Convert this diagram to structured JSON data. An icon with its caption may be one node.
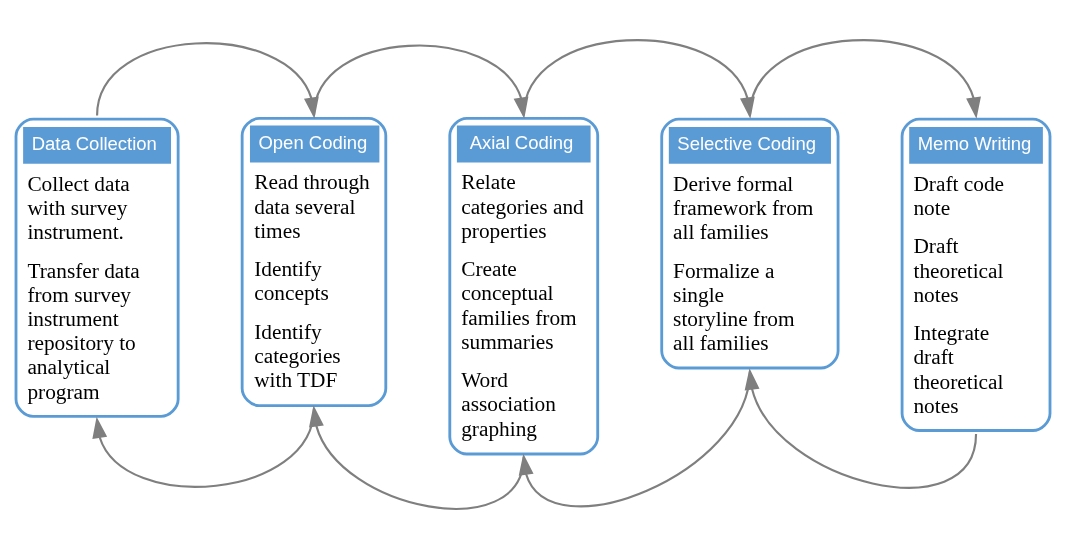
{
  "diagram": {
    "nodes": [
      {
        "text": [
          "Data Collection",
          "Collect data with survey instrument.",
          "Transfer data from survey instrument repository to analytical program"
        ]
      },
      {
        "text": [
          "Open Coding",
          "Read through data several times",
          "Identify concepts",
          "Identify categories with TDF"
        ]
      },
      {
        "text": [
          "Axial Coding",
          "Relate categories and properties",
          "Create conceptual families from summaries",
          "Word association graphing"
        ]
      },
      {
        "text": [
          "Selective Coding",
          "Derive formal framework from all families",
          "Formalize a single storyline from all families"
        ]
      },
      {
        "text": [
          "Memo Writing",
          "Draft code note",
          "Draft theoretical notes",
          "Integrate draft theoretical notes"
        ]
      }
    ],
    "edges": [
      {
        "from": 0,
        "to": 1,
        "arrow": "to"
      },
      {
        "from": 1,
        "to": 2,
        "arrow": "to"
      },
      {
        "from": 2,
        "to": 3,
        "arrow": "to"
      },
      {
        "from": 3,
        "to": 4,
        "arrow": "to"
      },
      {
        "from": 1,
        "to": 0,
        "arrow": "to"
      },
      {
        "from": 2,
        "to": 1,
        "arrow": "to"
      },
      {
        "from": 3,
        "to": 2,
        "arrow": "to"
      },
      {
        "from": 4,
        "to": 3,
        "arrow": "to"
      }
    ]
  }
}
